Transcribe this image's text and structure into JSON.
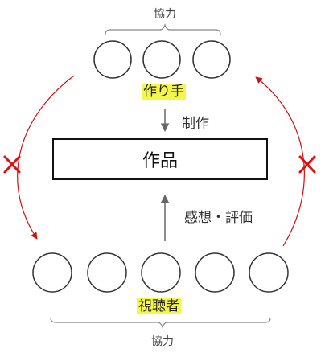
{
  "creators": {
    "group_label": "協力",
    "label": "作り手",
    "count": 3
  },
  "audience": {
    "group_label": "協力",
    "label": "視聴者",
    "count": 5
  },
  "work": {
    "label": "作品"
  },
  "edges": {
    "creators_to_work": "制作",
    "audience_to_work": "感想・評価"
  },
  "colors": {
    "highlight": "#f5f64a",
    "red_arrow": "#cc1111",
    "gray_arrow": "#666666",
    "circle_stroke": "#333333"
  },
  "icons": {
    "blocked": "cross-mark"
  }
}
